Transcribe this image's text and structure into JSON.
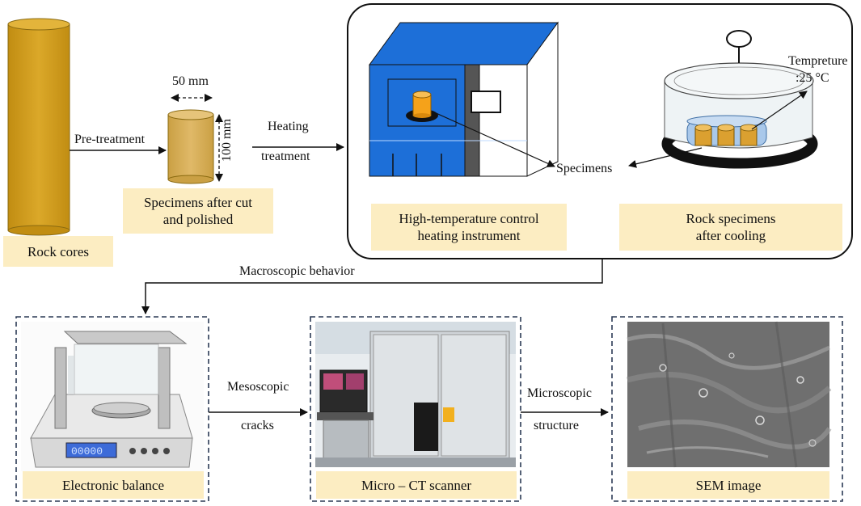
{
  "labels": {
    "rock_cores": "Rock cores",
    "specimens_cut_line1": "Specimens after cut",
    "specimens_cut_line2": "and polished",
    "instrument_line1": "High-temperature control",
    "instrument_line2": "heating instrument",
    "cooled_line1": "Rock specimens",
    "cooled_line2": "after cooling",
    "balance": "Electronic balance",
    "ct": "Micro – CT scanner",
    "sem": "SEM image"
  },
  "annotations": {
    "width_dim": "50 mm",
    "height_dim": "100 mm",
    "pretreatment": "Pre-treatment",
    "heating_line1": "Heating",
    "heating_line2": "treatment",
    "specimens": "Specimens",
    "temperature_line1": "Tempreture",
    "temperature_line2": ":25 °C",
    "macroscopic": "Macroscopic behavior",
    "mesoscopic_line1": "Mesoscopic",
    "mesoscopic_line2": "cracks",
    "microscopic_line1": "Microscopic",
    "microscopic_line2": "structure"
  },
  "colors": {
    "rock": "#d6a21e",
    "specimen": "#dcb35a",
    "furnace_blue": "#1f6fd6",
    "orange_specimen": "#f5a21a",
    "label_bg": "#fcedc2"
  },
  "balance_display": "00000"
}
